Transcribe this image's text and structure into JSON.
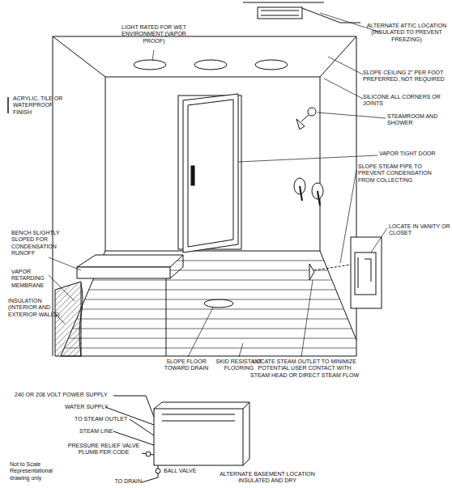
{
  "diagram": {
    "labels": [
      "LIGHT RATED FOR WET ENVIRONMENT (VAPOR PROOF)",
      "ALTERNATE ATTIC LOCATION (INSULATED TO PREVENT FREEZING)",
      "SLOPE CEILING 2\" PER FOOT PREFERRED, NOT REQUIRED",
      "SILICONE ALL CORNERS OR JOINTS",
      "STEAMROOM AND SHOWER",
      "VAPOR TIGHT DOOR",
      "SLOPE STEAM PIPE TO PREVENT CONDENSATION FROM COLLECTING",
      "ACRYLIC, TILE OR WATERPROOF FINISH",
      "LOCATE IN VANITY OR CLOSET",
      "BENCH SLIGHTLY SLOPED FOR CONDENSATION RUNOFF",
      "VAPOR RETARDING MEMBRANE",
      "INSULATION (INTERIOR AND EXTERIOR WALLS)",
      "SLOPE FLOOR TOWARD DRAIN",
      "SKID RESISTANT FLOORING",
      "LOCATE STEAM OUTLET TO MINIMIZE POTENTIAL USER CONTACT WITH STEAM HEAD OR DIRECT STEAM FLOW",
      "240 OR 208 VOLT POWER SUPPLY",
      "WATER SUPPLY",
      "TO STEAM OUTLET",
      "STEAM LINE",
      "PRESSURE RELIEF VALVE PLUMB PER CODE",
      "BALL VALVE",
      "TO DRAIN",
      "ALTERNATE BASEMENT LOCATION INSULATED AND DRY",
      "Not to Scale Representational drawing only"
    ]
  }
}
